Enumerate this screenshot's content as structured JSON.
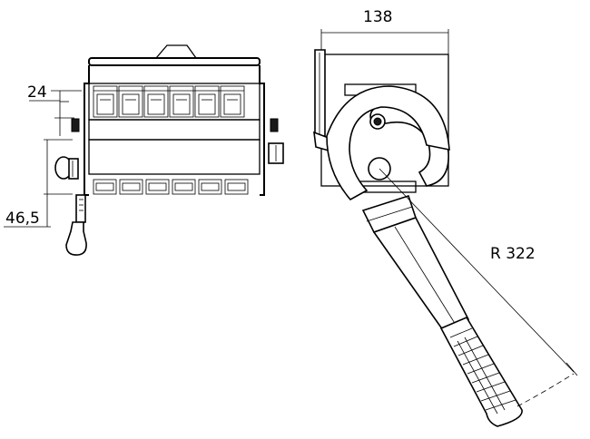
{
  "drawing": {
    "dimensions": {
      "width_top": "138",
      "height_upper": "24",
      "height_lower": "46,5",
      "radius_handle": "R 322"
    }
  }
}
